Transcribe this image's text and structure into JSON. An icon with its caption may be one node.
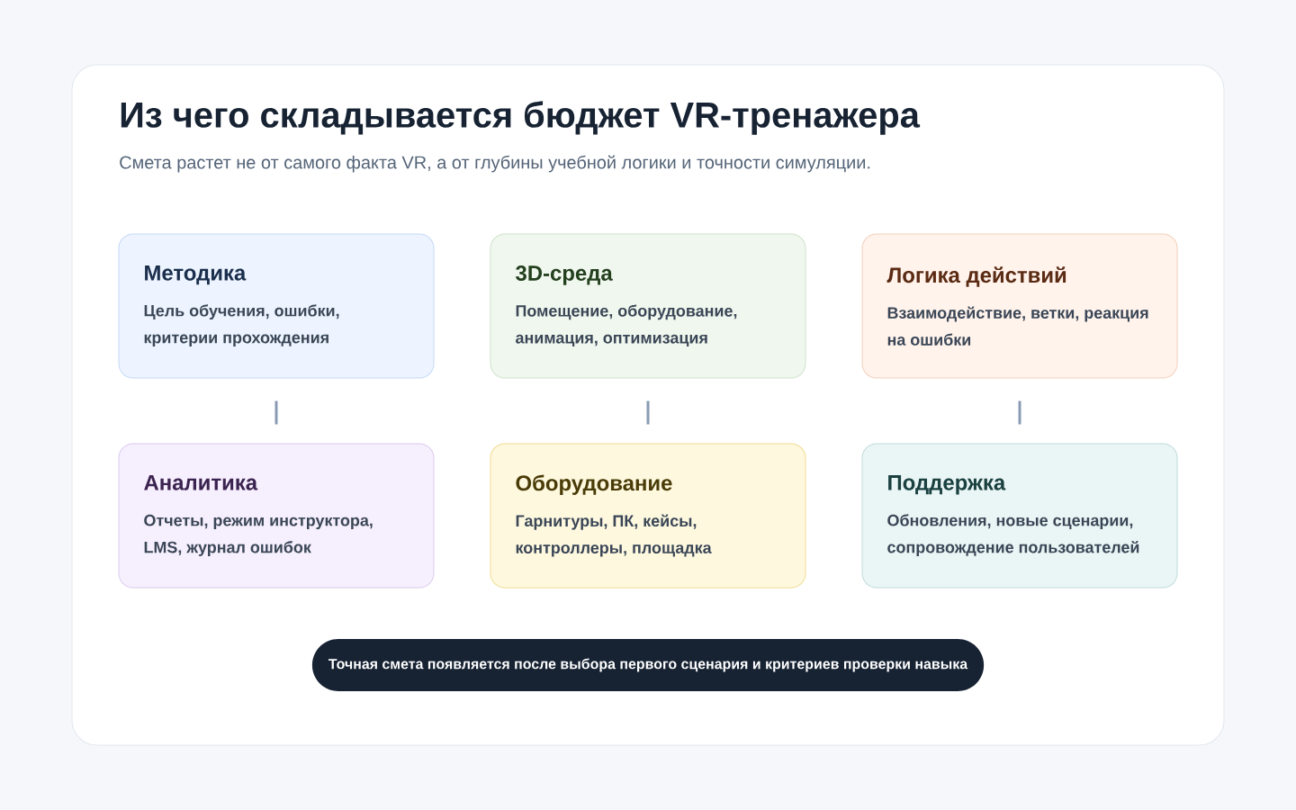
{
  "diagram": {
    "title": "Из чего складывается бюджет VR-тренажера",
    "nodes": [
      {
        "text": [
          "Методика",
          "Цель обучения, ошибки, критерии прохождения"
        ]
      },
      {
        "text": [
          "3D-среда",
          "Помещение, оборудование, анимация, оптимизация"
        ]
      },
      {
        "text": [
          "Логика действий",
          "Взаимодействие, ветки, реакция на ошибки"
        ]
      },
      {
        "text": [
          "Аналитика",
          "Отчеты, режим инструктора, LMS, журнал ошибок"
        ]
      },
      {
        "text": [
          "Оборудование",
          "Гарнитуры, ПК, кейсы, контроллеры, площадка"
        ]
      },
      {
        "text": [
          "Поддержка",
          "Обновления, новые сценарии, сопровождение пользователей"
        ]
      },
      {
        "text": [
          "Точная смета появляется после выбора первого сценария и критериев проверки навыка"
        ]
      }
    ],
    "edges": [
      {
        "from": 0,
        "to": 3,
        "arrow": "none"
      },
      {
        "from": 1,
        "to": 4,
        "arrow": "none"
      },
      {
        "from": 2,
        "to": 5,
        "arrow": "none"
      }
    ],
    "labels": [
      "Смета растет не от самого факта VR, а от глубины учебной логики и точности симуляции."
    ]
  }
}
